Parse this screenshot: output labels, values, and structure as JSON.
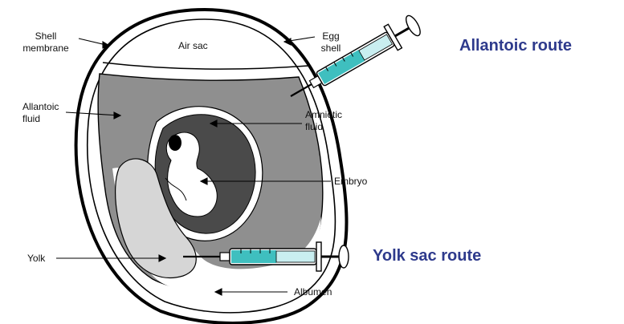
{
  "labels": {
    "air_sac": "Air sac",
    "shell_membrane_line1": "Shell",
    "shell_membrane_line2": "membrane",
    "egg_shell_line1": "Egg",
    "egg_shell_line2": "shell",
    "allantoic_fluid_line1": "Allantoic",
    "allantoic_fluid_line2": "fluid",
    "amniotic_fluid_line1": "Amniotic",
    "amniotic_fluid_line2": "fluid",
    "embryo": "Embryo",
    "yolk": "Yolk",
    "albumen": "Albumen"
  },
  "routes": {
    "allantoic": "Allantoic route",
    "yolk_sac": "Yolk sac route"
  },
  "colors": {
    "route_text": "#2e3a8c",
    "syringe_liquid": "#3fbfbf",
    "allantoic_fluid": "#8f8f8f",
    "amniotic_fluid": "#4a4a4a",
    "yolk": "#d6d6d6"
  }
}
